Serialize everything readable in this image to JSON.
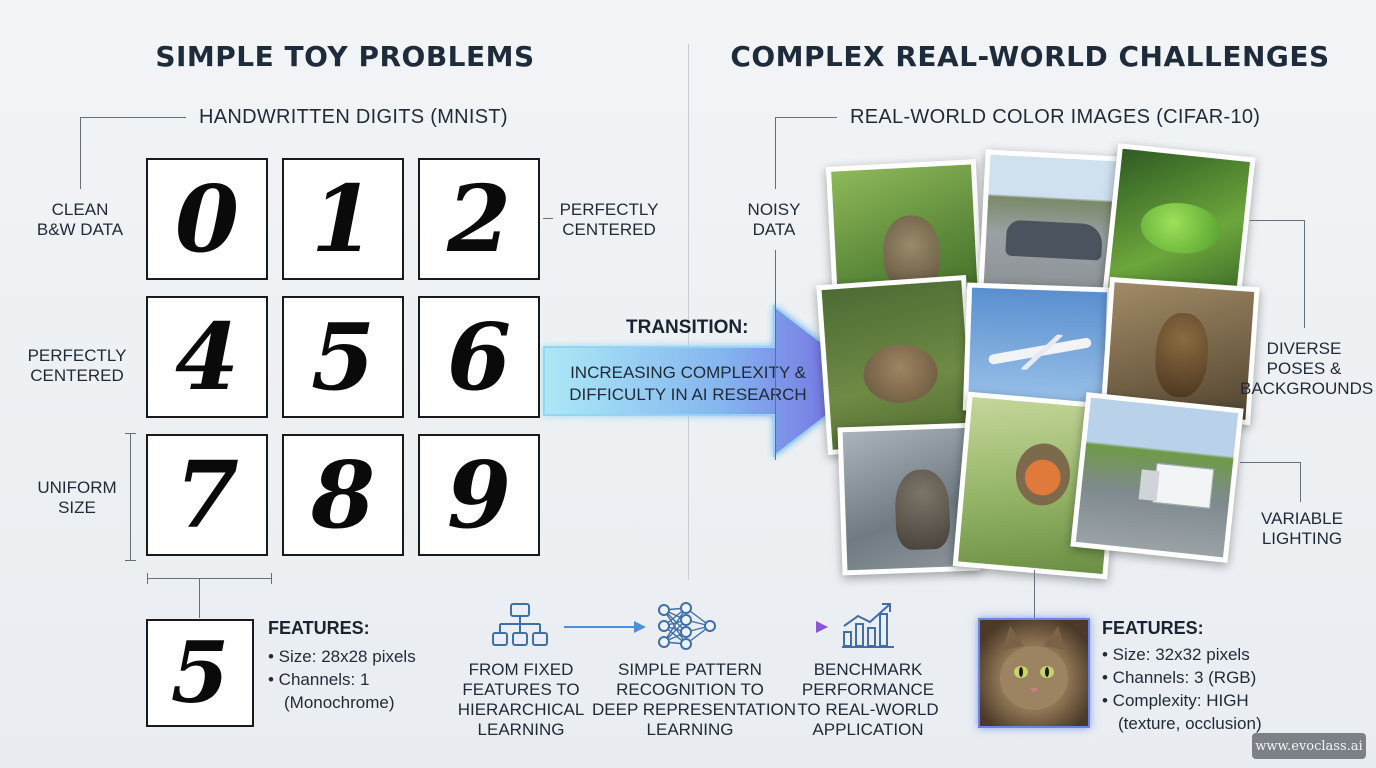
{
  "left": {
    "title": "SIMPLE TOY PROBLEMS",
    "subtitle": "HANDWRITTEN DIGITS (MNIST)",
    "digits": [
      "0",
      "1",
      "2",
      "4",
      "5",
      "6",
      "7",
      "8",
      "9"
    ],
    "sample_digit": "5",
    "labels": {
      "clean_1": "CLEAN",
      "clean_2": "B&W DATA",
      "centered_r1": "PERFECTLY",
      "centered_r2": "CENTERED",
      "centered_l1": "PERFECTLY",
      "centered_l2": "CENTERED",
      "uniform_1": "UNIFORM",
      "uniform_2": "SIZE"
    },
    "features": {
      "heading": "FEATURES:",
      "size": "• Size: 28x28 pixels",
      "channels": "• Channels: 1",
      "channels_note": "(Monochrome)"
    }
  },
  "right": {
    "title": "COMPLEX REAL-WORLD CHALLENGES",
    "subtitle": "REAL-WORLD COLOR IMAGES (CIFAR-10)",
    "labels": {
      "noisy_1": "NOISY",
      "noisy_2": "DATA",
      "diverse_1": "DIVERSE",
      "diverse_2": "POSES &",
      "diverse_3": "BACKGROUNDS",
      "variable_1": "VARIABLE",
      "variable_2": "LIGHTING"
    },
    "features": {
      "heading": "FEATURES:",
      "size": "• Size: 32x32 pixels",
      "channels": "• Channels: 3 (RGB)",
      "complexity": "• Complexity: HIGH",
      "complexity_note": "(texture, occlusion)"
    }
  },
  "transition": {
    "heading": "TRANSITION:",
    "line1": "INCREASING COMPLEXITY &",
    "line2": "DIFFICULTY IN AI RESEARCH"
  },
  "steps": [
    {
      "icon": "hierarchy-icon",
      "lines": [
        "FROM FIXED",
        "FEATURES TO",
        "HIERARCHICAL",
        "LEARNING"
      ]
    },
    {
      "icon": "neural-network-icon",
      "lines": [
        "SIMPLE PATTERN",
        "RECOGNITION TO",
        "DEEP REPRESENTATION",
        "LEARNING"
      ]
    },
    {
      "icon": "bar-chart-growth-icon",
      "lines": [
        "BENCHMARK",
        "PERFORMANCE",
        "TO REAL-WORLD",
        "APPLICATION"
      ]
    }
  ],
  "colors": {
    "arrow_start": "#9ee3f5",
    "arrow_end": "#6a5be0",
    "step_arrow_start": "#4f8fd8",
    "step_arrow_end": "#8a55d8",
    "text": "#1f2a36"
  },
  "watermark": "www.evoclass.ai"
}
